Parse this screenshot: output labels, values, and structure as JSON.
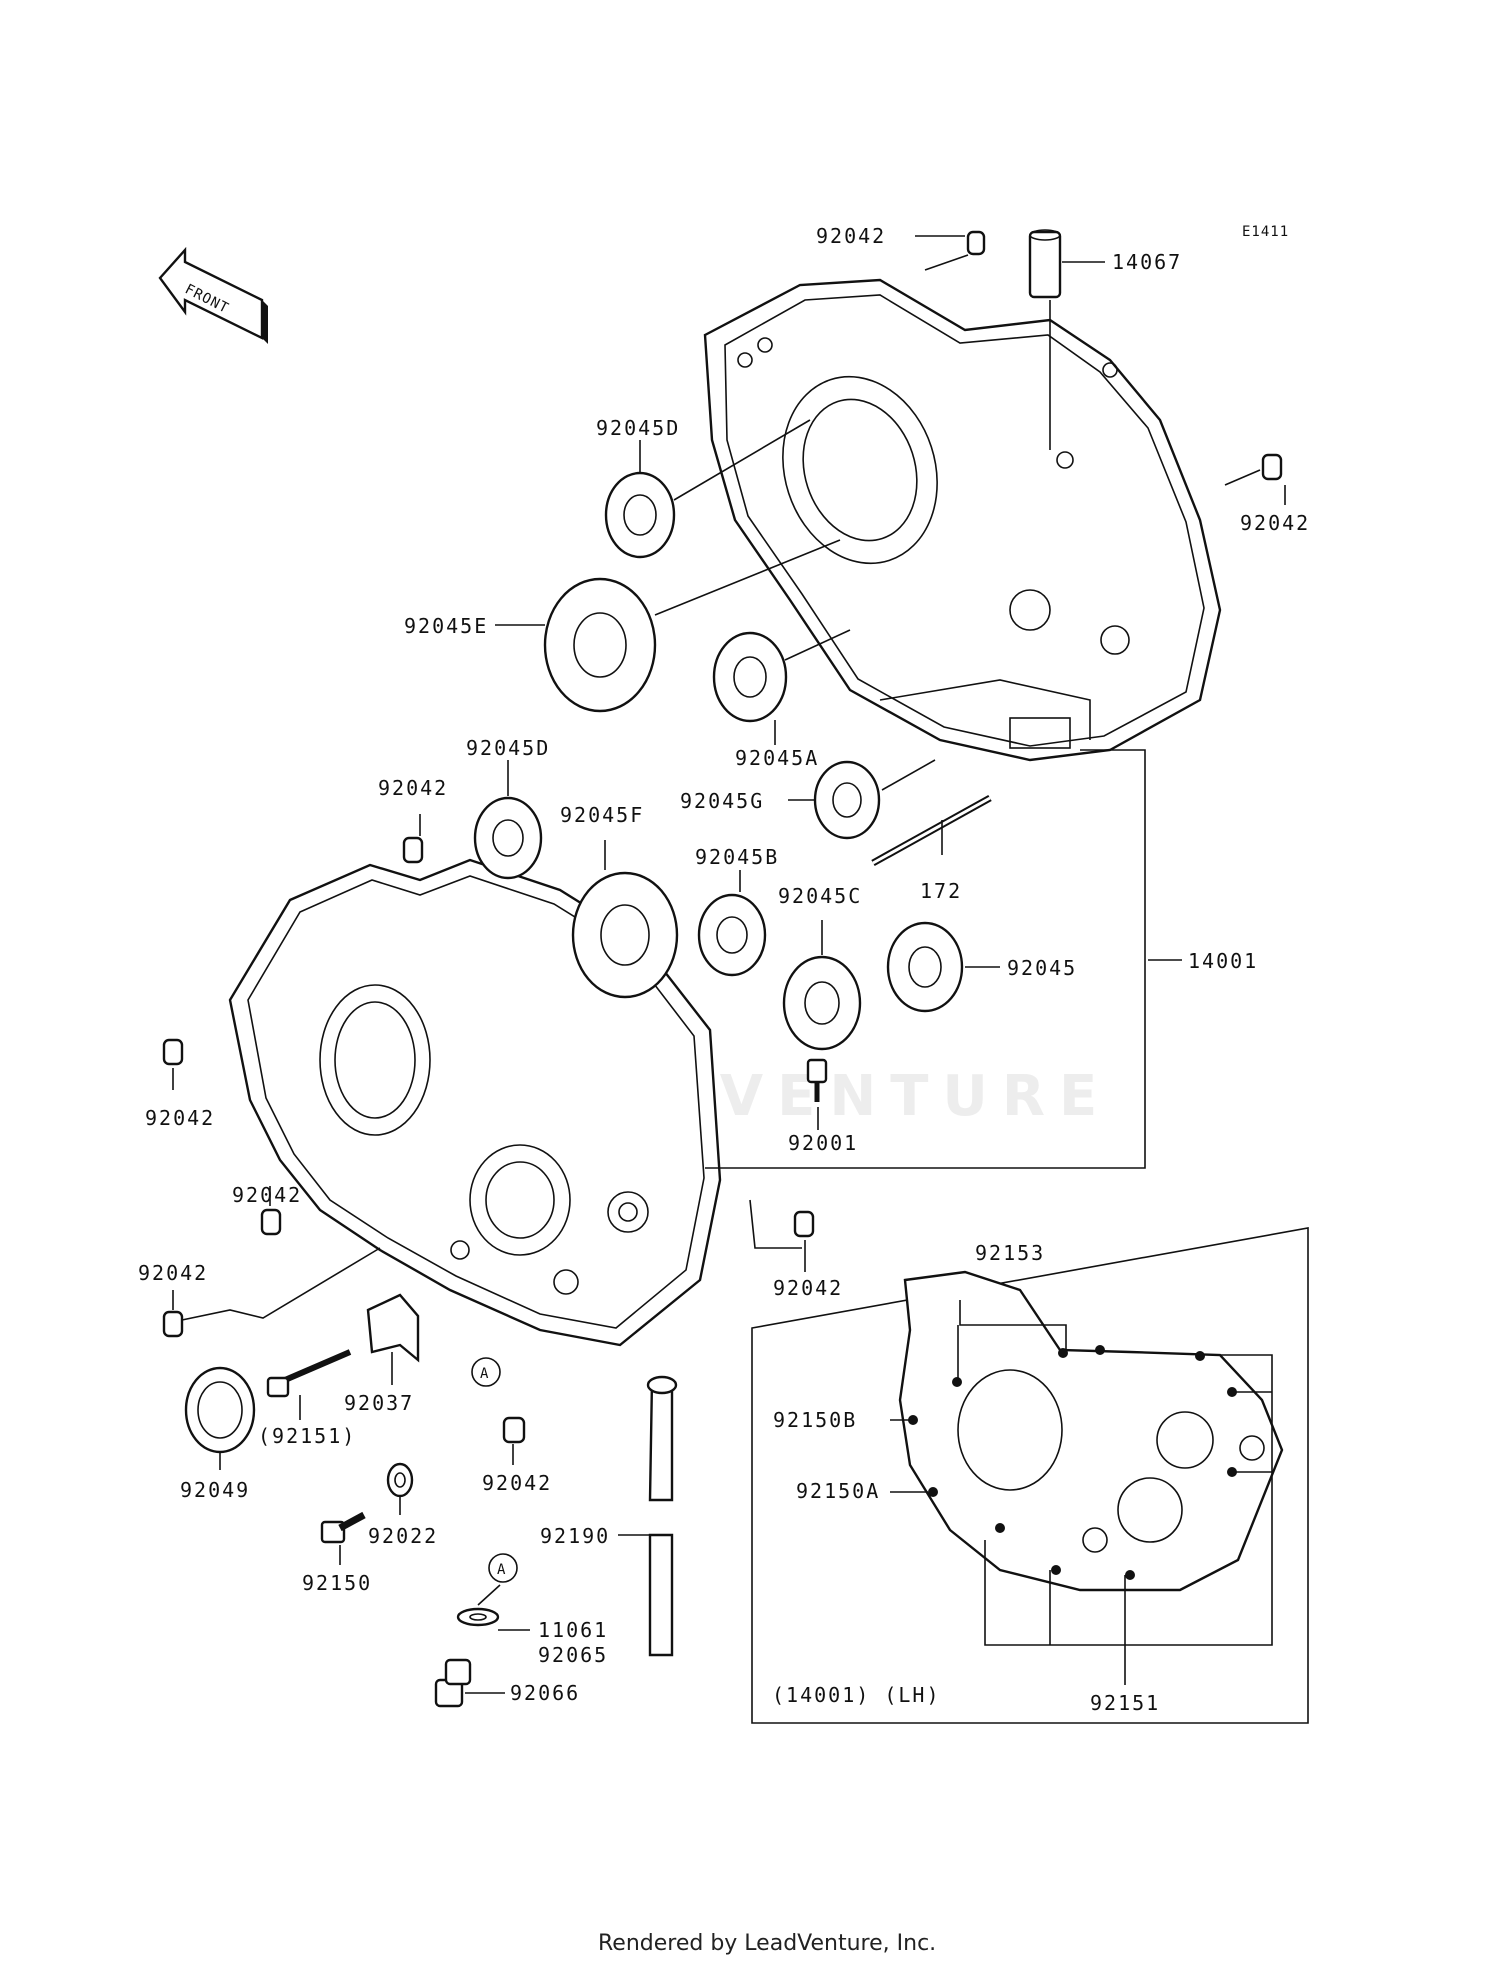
{
  "diagram": {
    "code": "E1411",
    "front_label": "FRONT",
    "inset_caption": "(14001) (LH)",
    "footer": "Rendered by LeadVenture, Inc.",
    "watermark": "LEADVENTURE",
    "ref_marker": "A"
  },
  "labels": {
    "p92042_a": "92042",
    "p14067": "14067",
    "p92042_b": "92042",
    "p92045D_a": "92045D",
    "p92045E": "92045E",
    "p92045A": "92045A",
    "p92045G": "92045G",
    "p172": "172",
    "p92042_c": "92042",
    "p92045D_b": "92045D",
    "p92045F": "92045F",
    "p92045B": "92045B",
    "p92045C": "92045C",
    "p92045": "92045",
    "p14001": "14001",
    "p92042_d": "92042",
    "p92001": "92001",
    "p92042_e": "92042",
    "p92042_f": "92042",
    "p92042_g": "92042",
    "p92037": "92037",
    "p92151_paren": "(92151)",
    "p92049": "92049",
    "p92042_h": "92042",
    "p92022": "92022",
    "p92150": "92150",
    "p92190": "92190",
    "p11061": "11061",
    "p92065": "92065",
    "p92066": "92066",
    "p92153": "92153",
    "p92150B": "92150B",
    "p92150A": "92150A",
    "p92151": "92151"
  }
}
